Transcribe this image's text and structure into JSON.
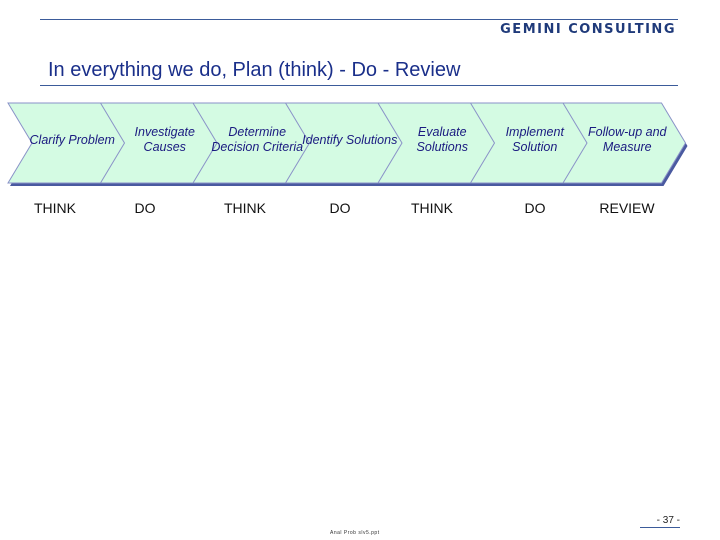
{
  "header": {
    "logo": "GEMINI CONSULTING",
    "title": "In everything we do, Plan (think) - Do - Review"
  },
  "steps": [
    {
      "label": "Clarify Problem",
      "phase": "THINK"
    },
    {
      "label": "Investigate Causes",
      "phase": "DO"
    },
    {
      "label": "Determine Decision Criteria",
      "phase": "THINK"
    },
    {
      "label": "Identify Solutions",
      "phase": "DO"
    },
    {
      "label": "Evaluate Solutions",
      "phase": "THINK"
    },
    {
      "label": "Implement Solution",
      "phase": "DO"
    },
    {
      "label": "Follow-up and Measure",
      "phase": "REVIEW"
    }
  ],
  "colors": {
    "chevron_fill": "#d4fbe3",
    "chevron_edge": "#8a92c8",
    "chevron_shadow": "#4a5aa0",
    "title": "#1a2f8a"
  },
  "footer": {
    "file": "Anal Prob slv5.ppt",
    "page": "- 37 -"
  }
}
